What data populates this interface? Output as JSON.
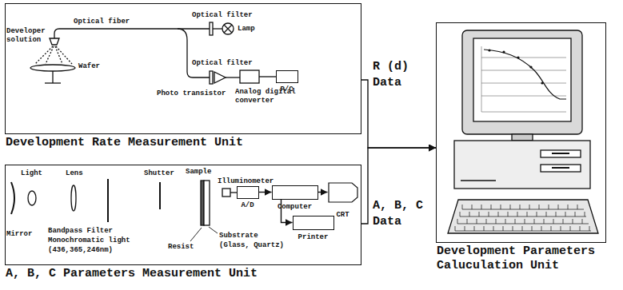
{
  "diagram": {
    "nodes": [
      {
        "text": [
          "Development Rate Measurement Unit"
        ]
      },
      {
        "text": [
          "P/C"
        ],
        "in": 0
      },
      {
        "text": [
          "A, B, C Parameters Measurement Unit"
        ]
      },
      {
        "text": [
          "A/D"
        ],
        "in": 2
      },
      {
        "text": [
          "Computer"
        ],
        "in": 2
      },
      {
        "text": [
          "CRT"
        ],
        "in": 2
      },
      {
        "text": [
          "Printer"
        ],
        "in": 2
      },
      {
        "text": [
          "Development Parameters Caluculation Unit"
        ]
      }
    ],
    "edges": [
      {
        "from": 0,
        "to": 7,
        "label": "R (d) Data",
        "arrow": "to"
      },
      {
        "from": 2,
        "to": 7,
        "label": "A, B, C Data",
        "arrow": "to"
      },
      {
        "from": 3,
        "to": 4,
        "arrow": "to"
      },
      {
        "from": 4,
        "to": 5,
        "arrow": "to"
      },
      {
        "from": 4,
        "to": 6,
        "arrow": "to"
      }
    ],
    "labels": [
      "Developer solution",
      "Optical fiber",
      "Wafer",
      "Optical filter",
      "Lamp",
      "Optical filter",
      "Photo transistor",
      "Analog digital converter",
      "Light",
      "Lens",
      "Shutter",
      "Sample",
      "Illuminometer",
      "Mirror",
      "Bandpass Filter",
      "Monochromatic light",
      "(436,365,246nm)",
      "Resist",
      "Substrate",
      "(Glass, Quartz)"
    ]
  }
}
